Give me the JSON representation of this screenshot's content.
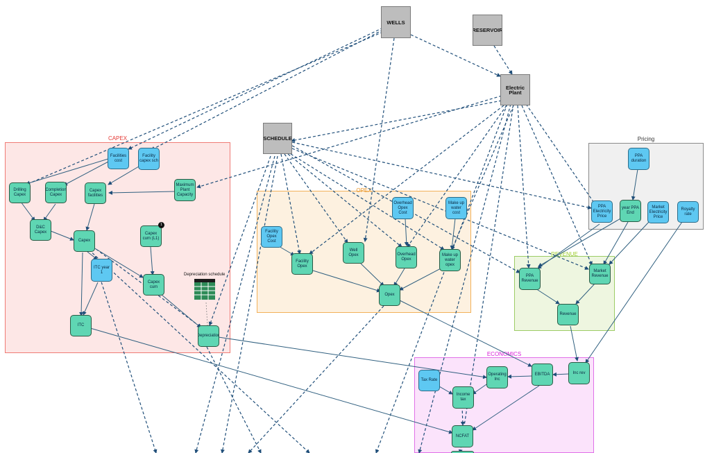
{
  "groups": {
    "capex": {
      "title": "CAPEX",
      "color": "#ef5350"
    },
    "opex": {
      "title": "OPEX",
      "color": "#f0a030"
    },
    "pricing": {
      "title": "Pricing",
      "color": "#555555"
    },
    "revenue": {
      "title": "REVENUE",
      "color": "#8bc34a"
    },
    "economics": {
      "title": "ECONOMICS",
      "color": "#e040fb"
    }
  },
  "nodes": {
    "wells": "WELLS",
    "reservoir": "RESERVOIR",
    "electric_plant": "Electric Plant",
    "schedule": "SCHEDULE",
    "facilities_cost": "Facilities cost",
    "facility_capex_sch": "Facility capex sch",
    "drilling_capex": "Drilling Capex",
    "completion_capex": "Completion Capex",
    "capex_facilities": "Capex facilities",
    "maximum_plant_capacity": "Maximum Plant Capacity",
    "dc_capex": "D&C Capex",
    "capex": "Capex",
    "capex_cum_l1": "Capex cum (L1)",
    "itc_year_1": "ITC year 1",
    "capex_cum": "Capex cum",
    "itc": "ITC",
    "depreciation": "Depreciation",
    "facility_opex_cost": "Facility Opex Cost",
    "facility_opex": "Facility Opex",
    "well_opex": "Well Opex",
    "overhead_opex_cost": "Overhead Opex Cost",
    "overhead_opex": "Overhead Opex",
    "make_up_water_cost": "Make up water cost",
    "make_up_water_opex": "Make up water opex",
    "opex": "Opex",
    "ppa_duration": "PPA duration",
    "ppa_electricity_price": "PPA Electricity Price",
    "year_ppa_end": "year PPA End",
    "market_electricity_price": "Market Electricity Price",
    "royalty_rate": "Royalty rate",
    "ppa_revenue": "PPA Revenue",
    "market_revenue": "Market Revenue",
    "revenue": "Revenue",
    "tax_rate": "Tax Rate",
    "operating_inc": "Operating Inc",
    "ebitda": "EBITDA",
    "inc_rev": "Inc rev",
    "income_tax": "Income tax",
    "ncfat": "NCFAT"
  },
  "badge": "1",
  "depreciation_schedule_label": "Depreciation schedule",
  "colors": {
    "teal_node": "#5fd6b3",
    "blue_node": "#5ec8f2",
    "grey_node": "#bdbdbd",
    "edge": "#1f4e79"
  }
}
